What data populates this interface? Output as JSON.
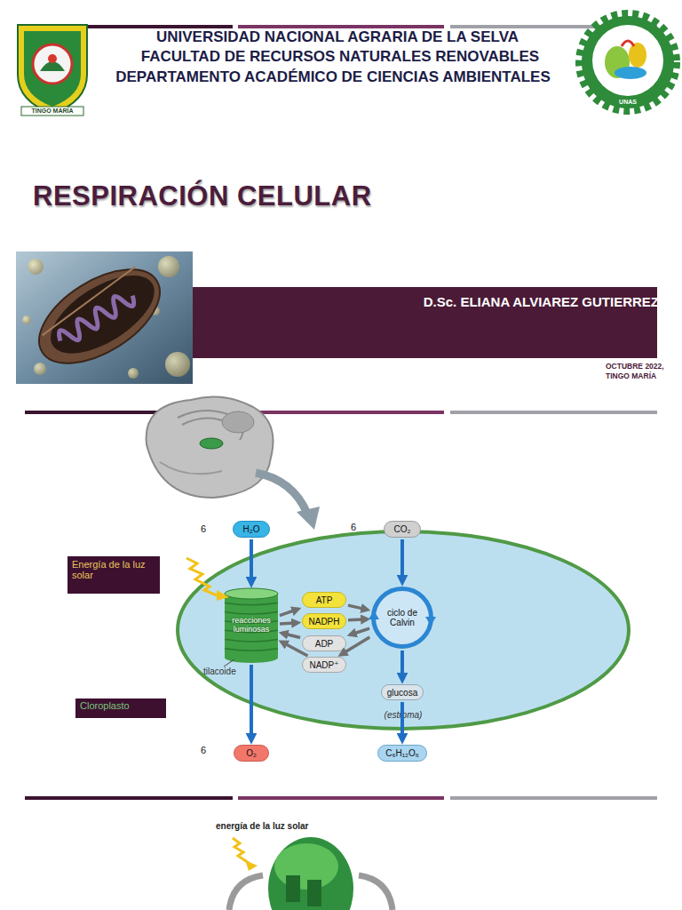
{
  "diagram": {
    "title": "RESPIRACIÓN CELULAR",
    "nodes": [
      {
        "text": [
          "H₂O"
        ]
      },
      {
        "text": [
          "CO₂"
        ]
      },
      {
        "text": [
          "Energía de la luz solar"
        ]
      },
      {
        "text": [
          "(estroma)"
        ]
      },
      {
        "text": [
          "reacciones luminosas"
        ],
        "in": 3
      },
      {
        "text": [
          "ATP"
        ],
        "in": 3
      },
      {
        "text": [
          "NADPH"
        ],
        "in": 3
      },
      {
        "text": [
          "ADP"
        ],
        "in": 3
      },
      {
        "text": [
          "NADP⁺"
        ],
        "in": 3
      },
      {
        "text": [
          "ciclo de Calvin"
        ],
        "in": 3
      },
      {
        "text": [
          "glucosa"
        ],
        "in": 3
      },
      {
        "text": [
          "Cloroplasto"
        ]
      },
      {
        "text": [
          "O₂"
        ]
      },
      {
        "text": [
          "C₆H₁₂O₆"
        ]
      }
    ],
    "edges": [
      {
        "from": 0,
        "to": 4,
        "arrow": "to"
      },
      {
        "from": 4,
        "to": 12,
        "arrow": "to"
      },
      {
        "from": 1,
        "to": 9,
        "arrow": "to"
      },
      {
        "from": 9,
        "to": 10,
        "arrow": "to"
      },
      {
        "from": 10,
        "to": 13,
        "arrow": "to"
      },
      {
        "from": 4,
        "to": 5,
        "arrow": "to"
      },
      {
        "from": 4,
        "to": 6,
        "arrow": "to"
      },
      {
        "from": 5,
        "to": 9,
        "arrow": "to"
      },
      {
        "from": 6,
        "to": 9,
        "arrow": "to"
      },
      {
        "from": 9,
        "to": 7,
        "arrow": "to"
      },
      {
        "from": 9,
        "to": 8,
        "arrow": "to"
      },
      {
        "from": 7,
        "to": 4,
        "arrow": "to"
      },
      {
        "from": 8,
        "to": 4,
        "arrow": "to"
      }
    ],
    "labels": [
      "UNIVERSIDAD NACIONAL AGRARIA DE LA SELVA",
      "FACULTAD DE RECURSOS NATURALES RENOVABLES",
      "DEPARTAMENTO ACADÉMICO DE CIENCIAS AMBIENTALES",
      "TINGO MARÍA",
      "UNAS",
      "D.Sc. ELIANA ALVIAREZ GUTIERREZ",
      "OCTUBRE 2022, TINGO MARÍA",
      "6",
      "6",
      "tilacoide",
      "6",
      "energía de la luz solar"
    ]
  }
}
